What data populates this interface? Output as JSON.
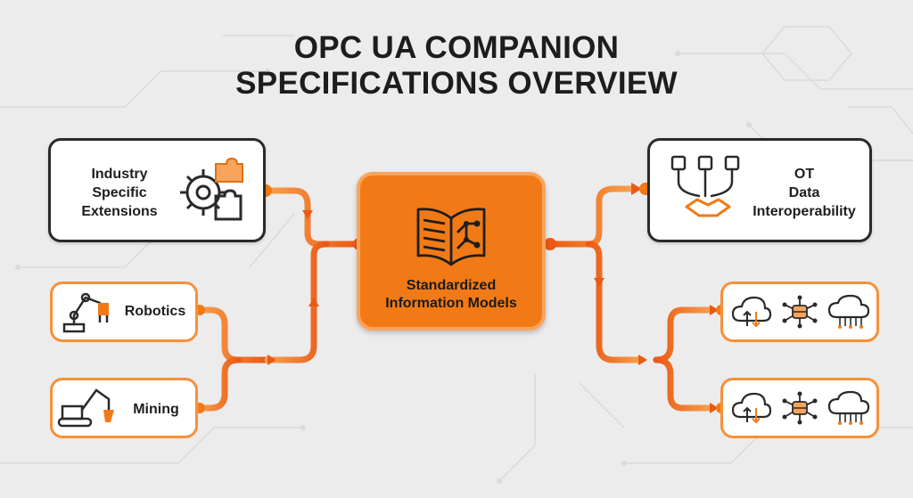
{
  "title": {
    "line1": "OPC UA COMPANION",
    "line2": "SPECIFICATIONS OVERVIEW"
  },
  "nodes": {
    "industry": {
      "line1": "Industry",
      "line2": "Specific",
      "line3": "Extensions"
    },
    "robotics": {
      "label": "Robotics"
    },
    "mining": {
      "label": "Mining"
    },
    "center": {
      "line1": "Standardized",
      "line2": "Information Models"
    },
    "ot": {
      "line1": "OT",
      "line2": "Data",
      "line3": "Interoperability"
    }
  },
  "colors": {
    "accent": "#f27a16",
    "accent_light": "#f9a45c",
    "outline_dark": "#2a2a2a",
    "background": "#ececec"
  },
  "icons": {
    "industry": "gear-puzzle-icon",
    "robotics": "robot-arm-icon",
    "mining": "excavator-icon",
    "center": "book-network-icon",
    "ot": "cables-handshake-icon",
    "cloud_sync": "cloud-sync-icon",
    "database_network": "database-network-icon",
    "cloud_circuit": "cloud-circuit-icon"
  }
}
